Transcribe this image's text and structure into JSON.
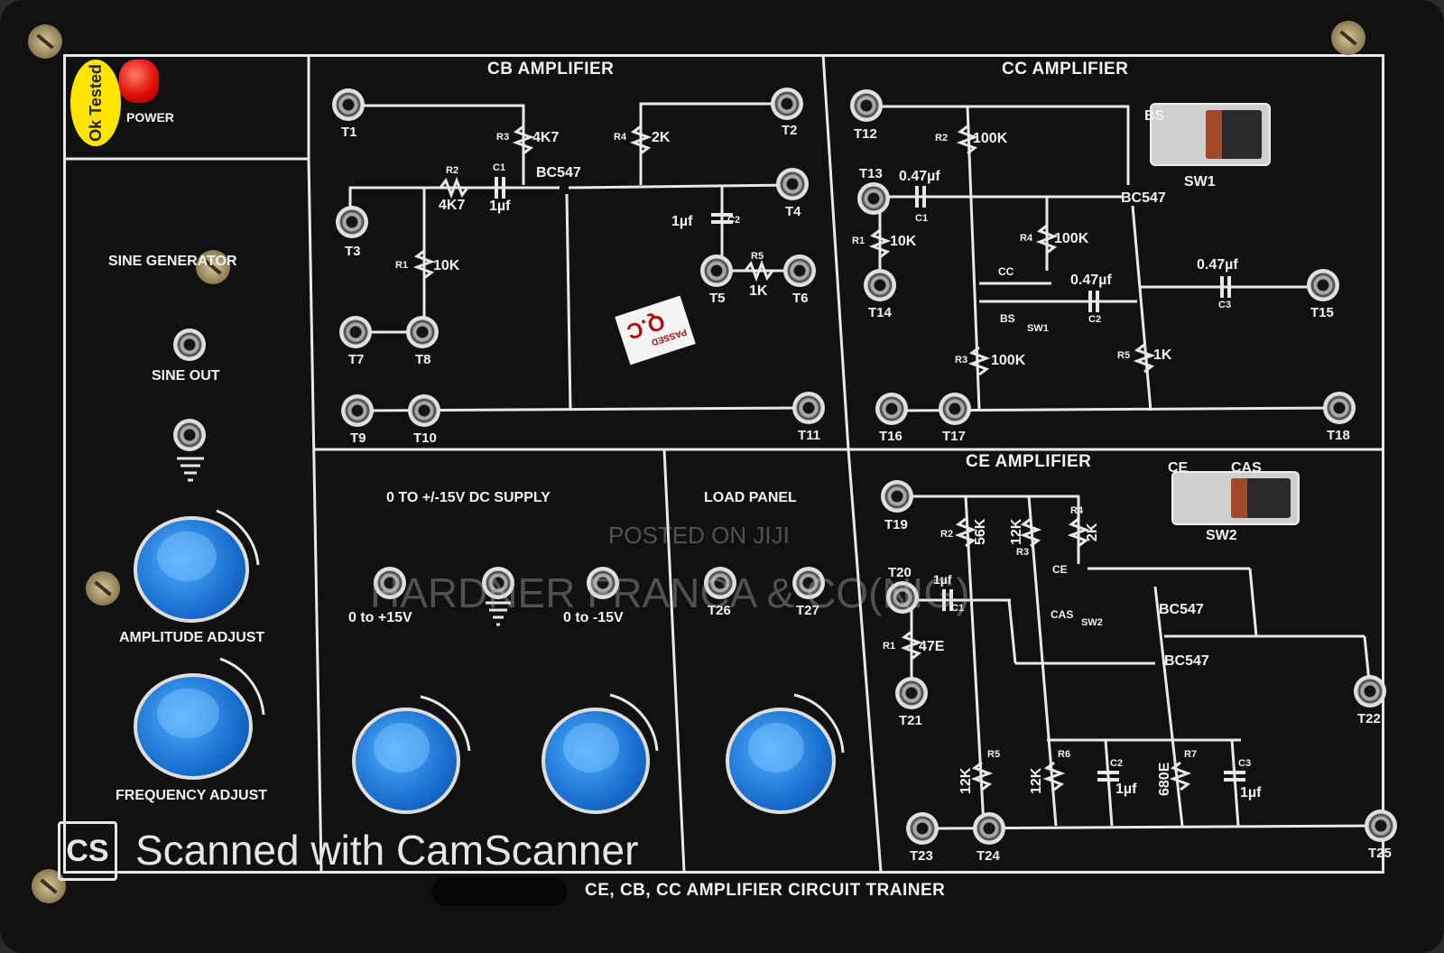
{
  "header": {
    "ok_tested": "Ok Tested",
    "power": "POWER"
  },
  "sine": {
    "title": "SINE GENERATOR",
    "out": "SINE OUT",
    "amplitude": "AMPLITUDE ADJUST",
    "frequency": "FREQUENCY ADJUST"
  },
  "cb": {
    "title": "CB AMPLIFIER",
    "transistor": "BC547",
    "r3": "R3",
    "r3v": "4K7",
    "r4": "R4",
    "r4v": "2K",
    "r2": "R2",
    "r2v": "4K7",
    "c1": "C1",
    "c1v": "1µf",
    "r1": "R1",
    "r1v": "10K",
    "c2": "C2",
    "c2v": "1µf",
    "r5": "R5",
    "r5v": "1K",
    "terminals": [
      "T1",
      "T2",
      "T3",
      "T4",
      "T5",
      "T6",
      "T7",
      "T8",
      "T9",
      "T10",
      "T11"
    ]
  },
  "cc": {
    "title": "CC AMPLIFIER",
    "transistor": "BC547",
    "bs": "BS",
    "sw1": "SW1",
    "r2": "R2",
    "r2v": "100K",
    "c1": "C1",
    "c1v": "0.47µf",
    "r1": "R1",
    "r1v": "10K",
    "r4": "R4",
    "r4v": "100K",
    "cc_label": "CC",
    "bs_label": "BS",
    "sw1_small": "SW1",
    "c2": "C2",
    "c2v": "0.47µf",
    "c3": "C3",
    "c3v": "0.47µf",
    "r3": "R3",
    "r3v": "100K",
    "r5": "R5",
    "r5v": "1K",
    "terminals": [
      "T12",
      "T13",
      "T14",
      "T15",
      "T16",
      "T17",
      "T18"
    ]
  },
  "dc": {
    "title": "0 TO +/-15V DC SUPPLY",
    "pos": "0 to +15V",
    "neg": "0 to -15V"
  },
  "load": {
    "title": "LOAD PANEL",
    "terminals": [
      "T26",
      "T27"
    ]
  },
  "ce": {
    "title": "CE AMPLIFIER",
    "ce_label": "CE",
    "cas_label": "CAS",
    "sw2": "SW2",
    "r2": "R2",
    "r2v": "56K",
    "r3": "R3",
    "r3v": "12K",
    "r4": "R4",
    "r4v": "2K",
    "c1": "C1",
    "c1v": "1µf",
    "ce_small": "CE",
    "cas_small": "CAS",
    "sw2_small": "SW2",
    "t1": "BC547",
    "t2": "BC547",
    "r1": "R1",
    "r1v": "47E",
    "r5": "R5",
    "r5v": "12K",
    "r6": "R6",
    "r6v": "12K",
    "c2": "C2",
    "c2v": "1µf",
    "r7": "R7",
    "r7v": "680E",
    "c3": "C3",
    "c3v": "1µf",
    "terminals": [
      "T19",
      "T20",
      "T21",
      "T22",
      "T23",
      "T24",
      "T25"
    ]
  },
  "footer": {
    "title": "CE, CB, CC AMPLIFIER CIRCUIT TRAINER"
  },
  "watermarks": {
    "posted": "POSTED ON JIJI",
    "brand": "HARDNER FRANCA & CO(NIG)",
    "scanned": "Scanned with CamScanner",
    "cs": "CS"
  }
}
